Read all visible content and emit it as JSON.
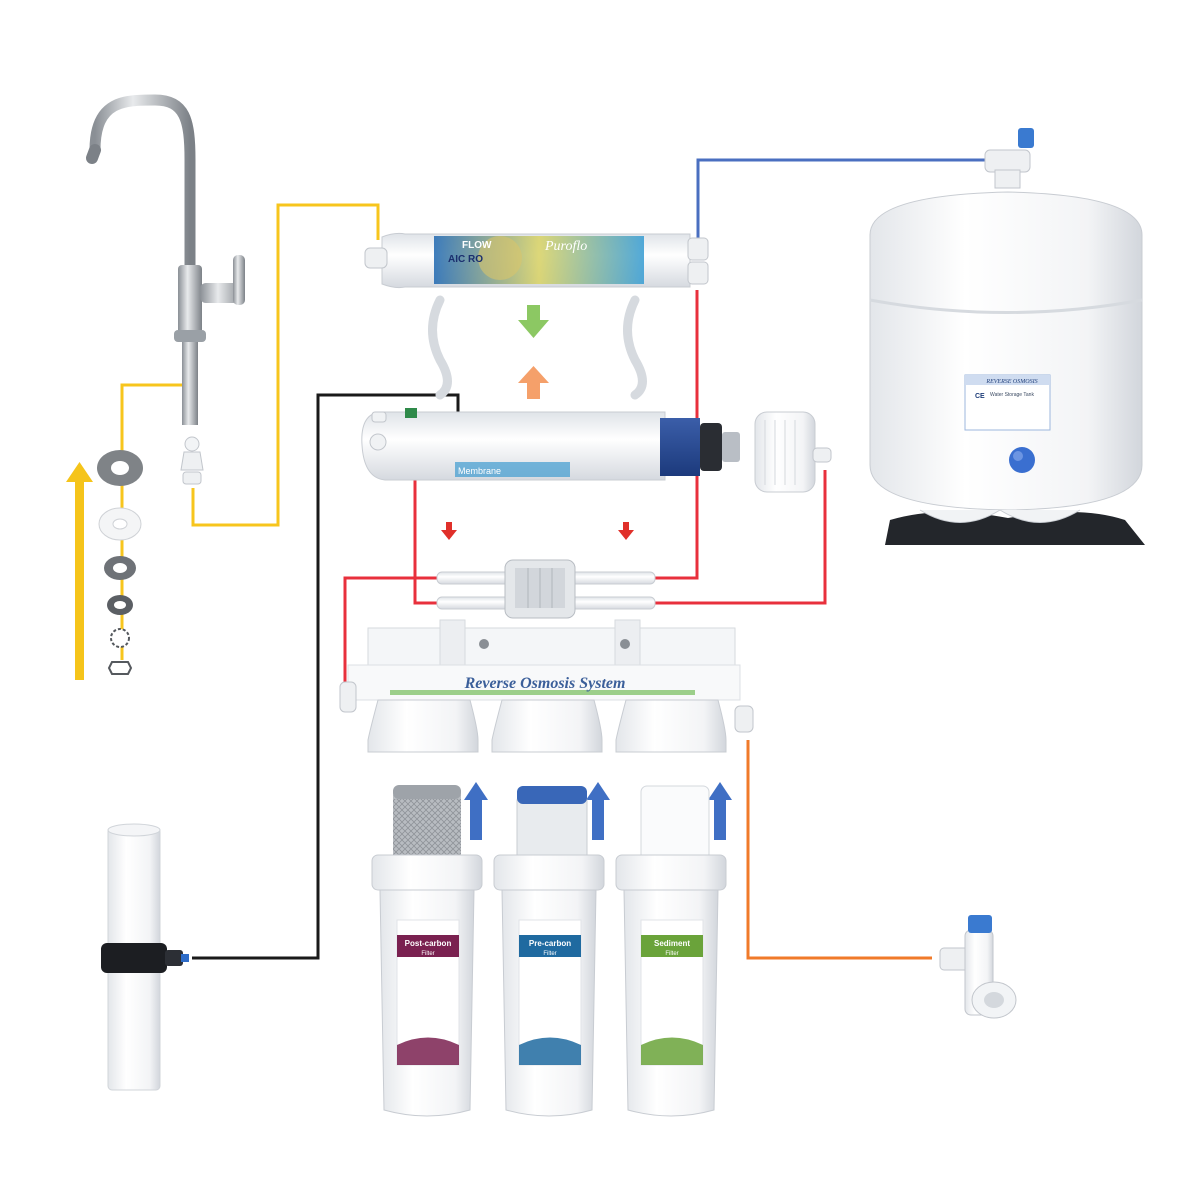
{
  "diagram": {
    "system_banner": "Reverse Osmosis System",
    "inline_filter": {
      "brand_line": "FLOW",
      "model_line": "AIC RO",
      "logo": "Puroflo"
    },
    "membrane_label": "Membrane",
    "tank_label": {
      "title": "REVERSE OSMOSIS",
      "subtitle": "Water Storage Tank",
      "ce_mark": "CE"
    },
    "cartridges": [
      {
        "name": "Post-carbon",
        "sub": "Filter",
        "accent": "#7a2150"
      },
      {
        "name": "Pre-carbon",
        "sub": "Filter",
        "accent": "#1f6aa0"
      },
      {
        "name": "Sediment",
        "sub": "Filter",
        "accent": "#6aa33a"
      }
    ],
    "colors": {
      "feed_tube": "#f7c51d",
      "tank_tube": "#4a6fc0",
      "drain_tube": "#e8303c",
      "supply_tube": "#f07a2a",
      "saddle_tube": "#1a1a1a",
      "arrow_up_flow": "#3f6fc4",
      "arrow_yellow": "#f5c41a",
      "arrow_green": "#8cc863",
      "arrow_orange": "#f5a06a",
      "arrow_red": "#e0302a"
    },
    "icons": [
      "faucet-icon",
      "storage-tank-icon",
      "membrane-housing-icon",
      "inline-filter-icon",
      "flow-restrictor-icon",
      "filter-housing-icon",
      "drain-saddle-icon",
      "feed-valve-icon"
    ]
  }
}
